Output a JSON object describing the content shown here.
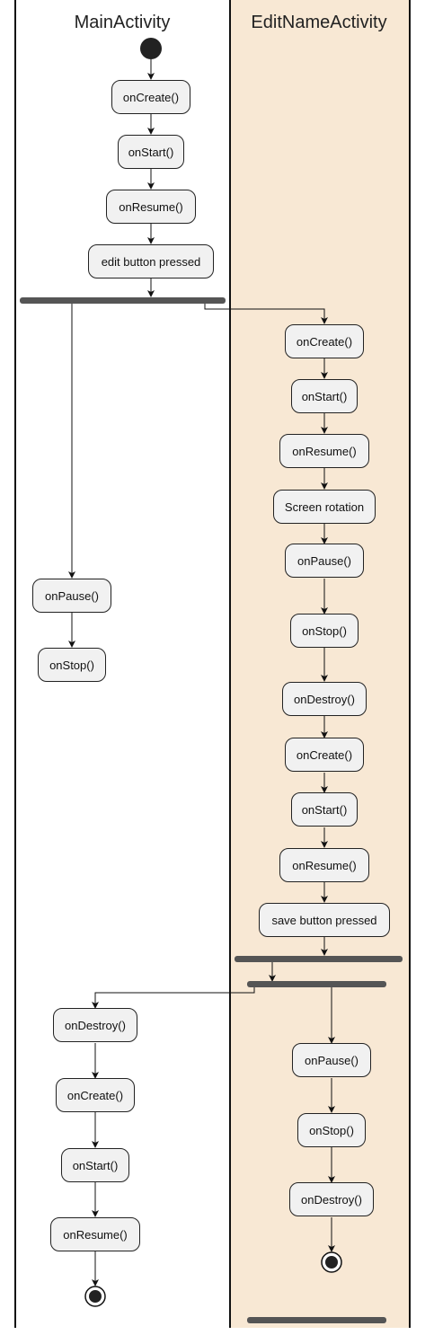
{
  "lanes": {
    "main": {
      "title": "MainActivity"
    },
    "edit": {
      "title": "EditNameActivity"
    }
  },
  "nodes": {
    "m_create1": "onCreate()",
    "m_start1": "onStart()",
    "m_resume1": "onResume()",
    "m_edit": "edit button pressed",
    "m_pause": "onPause()",
    "m_stop": "onStop()",
    "e_create1": "onCreate()",
    "e_start1": "onStart()",
    "e_resume1": "onResume()",
    "e_rotation": "Screen rotation",
    "e_pause1": "onPause()",
    "e_stop1": "onStop()",
    "e_destroy1": "onDestroy()",
    "e_create2": "onCreate()",
    "e_start2": "onStart()",
    "e_resume2": "onResume()",
    "e_save": "save button pressed",
    "e_pause2": "onPause()",
    "e_stop2": "onStop()",
    "e_destroy2": "onDestroy()",
    "m_destroy": "onDestroy()",
    "m_create2": "onCreate()",
    "m_start2": "onStart()",
    "m_resume2": "onResume()"
  },
  "colors": {
    "lane_highlight": "#f8e8d4",
    "node_fill": "#f1f1f1",
    "bar": "#555555",
    "line": "#111111"
  }
}
